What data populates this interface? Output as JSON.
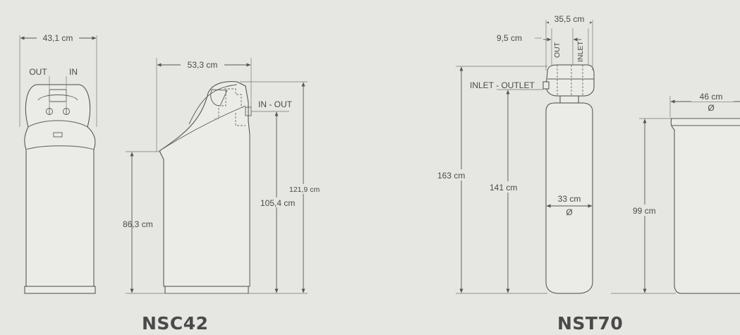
{
  "models": {
    "nsc42": {
      "name": "NSC42",
      "width_front": "43,1 cm",
      "out": "OUT",
      "in": "IN",
      "depth": "53,3 cm",
      "in_out": "IN - OUT",
      "h_body": "86,3 cm",
      "h_inout": "105,4 cm",
      "h_total": "121,9 cm"
    },
    "nst70": {
      "name": "NST70",
      "width_head": "35,5 cm",
      "port_spacing": "9,5 cm",
      "out": "OUT",
      "inlet": "INLET",
      "inlet_outlet": "INLET - OUTLET",
      "h_total": "163 cm",
      "h_inlet": "141 cm",
      "tank_diameter": "33 cm",
      "diameter_symbol": "Ø",
      "brine_diameter": "46 cm",
      "brine_height": "99 cm"
    }
  }
}
